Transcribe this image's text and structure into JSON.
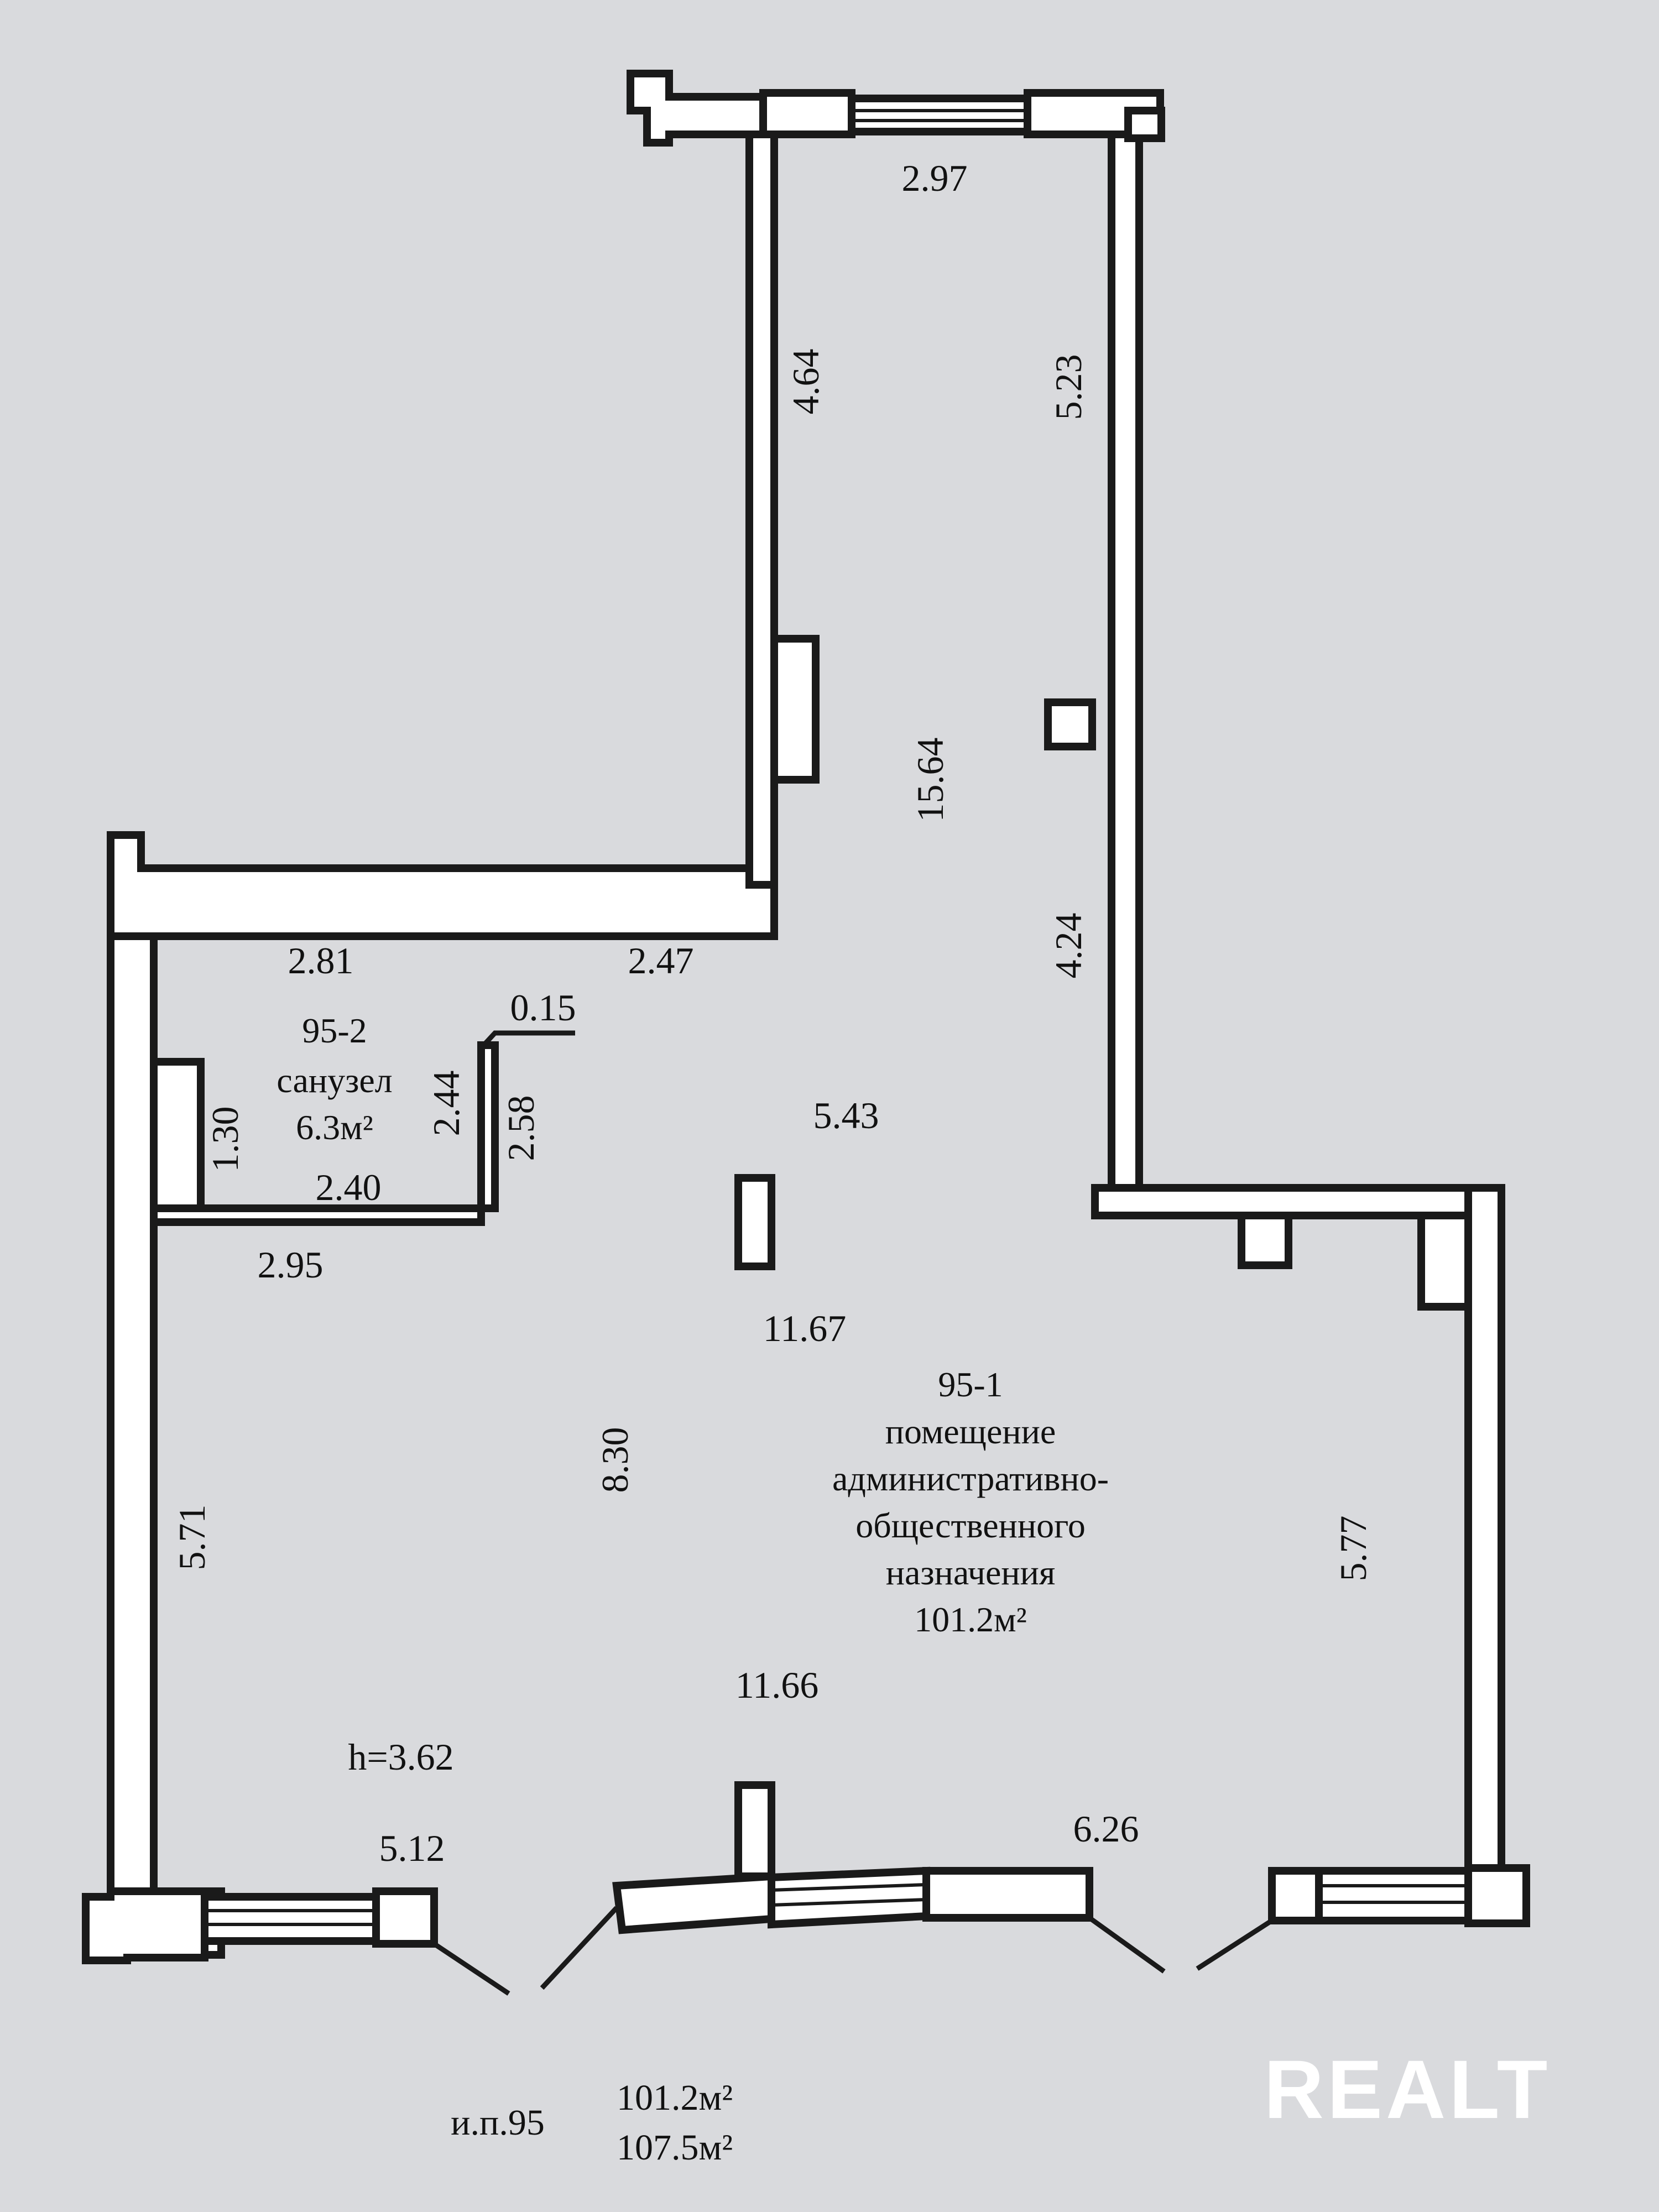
{
  "dimensions": {
    "top_width": "2.97",
    "left_upper_wall": "4.64",
    "right_upper_wall": "5.23",
    "corridor_length": "15.64",
    "right_middle_wall": "4.24",
    "room_top_left": "2.81",
    "room_top_right": "2.47",
    "partition_thickness": "0.15",
    "bath_depth_inner": "2.44",
    "bath_depth_outer": "2.58",
    "bath_niche": "1.30",
    "bath_width": "2.40",
    "bath_outer_width": "2.95",
    "middle_segment": "5.43",
    "main_width_top": "11.67",
    "main_depth": "8.30",
    "left_lower_wall": "5.71",
    "right_lower_wall": "5.77",
    "main_width_bottom": "11.66",
    "window_left": "5.12",
    "window_right": "6.26",
    "ceiling_height": "h=3.62"
  },
  "rooms": {
    "bathroom": {
      "number": "95-2",
      "name": "санузел",
      "area": "6.3м²"
    },
    "main": {
      "number": "95-1",
      "name_line1": "помещение",
      "name_line2": "административно-",
      "name_line3": "общественного",
      "name_line4": "назначения",
      "area": "101.2м²"
    }
  },
  "footer": {
    "unit_label": "и.п.95",
    "area_main": "101.2м²",
    "area_total": "107.5м²"
  },
  "watermark": "REALT"
}
